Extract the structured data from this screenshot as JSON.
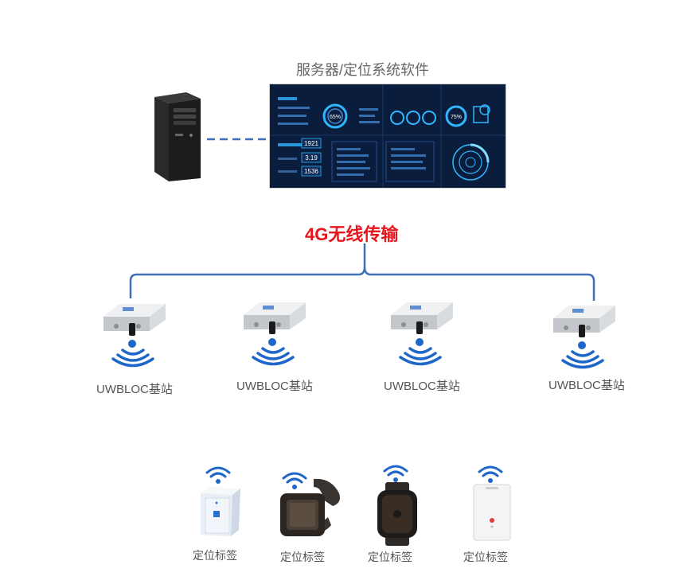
{
  "server": {
    "title": "服务器/定位系统软件",
    "dashboard_values": [
      "1921",
      "3.19",
      "1536",
      "65%",
      "75%"
    ]
  },
  "link": {
    "label": "4G无线传输"
  },
  "base_stations": [
    {
      "label": "UWBLOC基站"
    },
    {
      "label": "UWBLOC基站"
    },
    {
      "label": "UWBLOC基站"
    },
    {
      "label": "UWBLOC基站"
    }
  ],
  "tags": [
    {
      "label": "定位标签",
      "device": "box-tag"
    },
    {
      "label": "定位标签",
      "device": "wristband-tag"
    },
    {
      "label": "定位标签",
      "device": "watch-tag"
    },
    {
      "label": "定位标签",
      "device": "card-tag"
    }
  ],
  "colors": {
    "wireline": "#3f6fb5",
    "wifi": "#1e66c8",
    "link_text": "#e8141b",
    "screen_bg": "#0b1d3c",
    "screen_accent": "#2fb6ff"
  }
}
